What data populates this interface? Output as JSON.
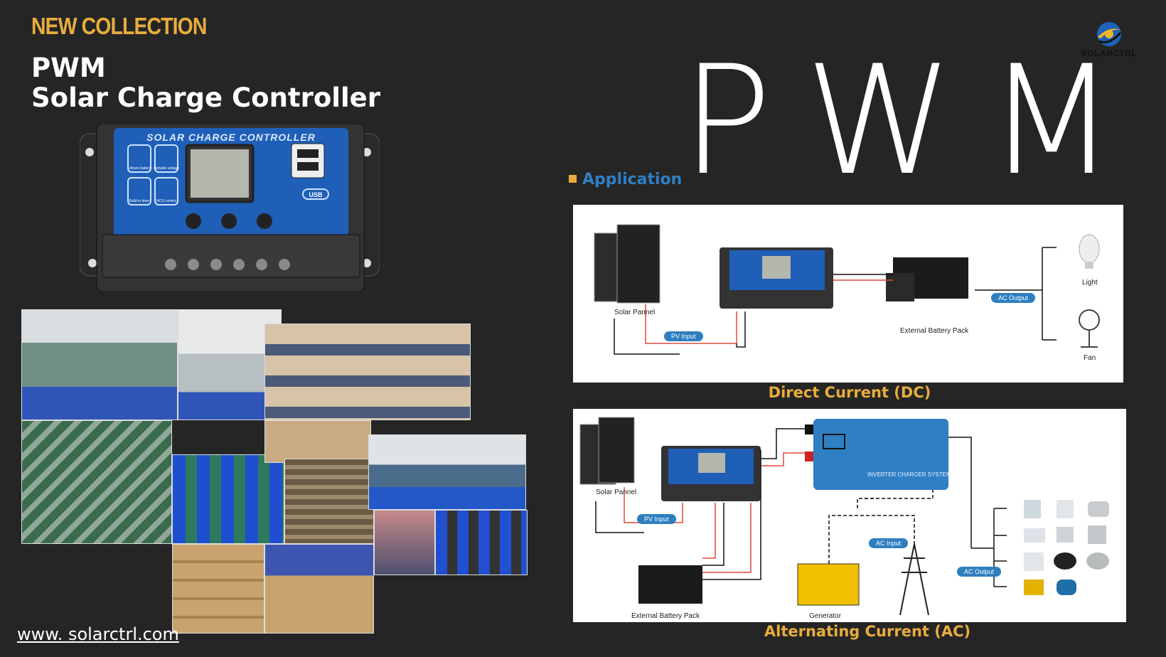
{
  "header": {
    "tag": "NEW COLLECTION",
    "title_line1": "PWM",
    "title_line2": "Solar Charge Controller"
  },
  "big_text": "PWM",
  "logo": {
    "text": "SOLARCTRL",
    "icon": "solarctrl-logo-icon"
  },
  "product": {
    "label": "SOLAR CHARGE CONTROLLER",
    "usb_label": "USB",
    "features": [
      "Lithium battery",
      "Settable voltage",
      "Build-in timer",
      "MCU control"
    ]
  },
  "application": {
    "label": "Application",
    "accent": "#e8ad3c",
    "color": "#2f7fc4"
  },
  "dc_diagram": {
    "caption": "Direct Current (DC)",
    "labels": {
      "solar": "Solar Pannel",
      "pv": "PV Input",
      "battery": "External Battery Pack",
      "ac_output": "AC Output",
      "light": "Light",
      "fan": "Fan"
    }
  },
  "ac_diagram": {
    "caption": "Alternating Current (AC)",
    "labels": {
      "solar": "Solar Pannel",
      "pv": "PV Input",
      "battery": "External Battery Pack",
      "generator": "Generator",
      "ac_input": "AC Input",
      "ac_output": "AC Output",
      "inverter": "INVERTER CHARGER SYSTEM"
    }
  },
  "website": "www. solarctrl.com",
  "colors": {
    "background": "#252525",
    "gold": "#e8ad3c",
    "blue": "#2f7fc4",
    "device_blue": "#1f5fb8"
  }
}
